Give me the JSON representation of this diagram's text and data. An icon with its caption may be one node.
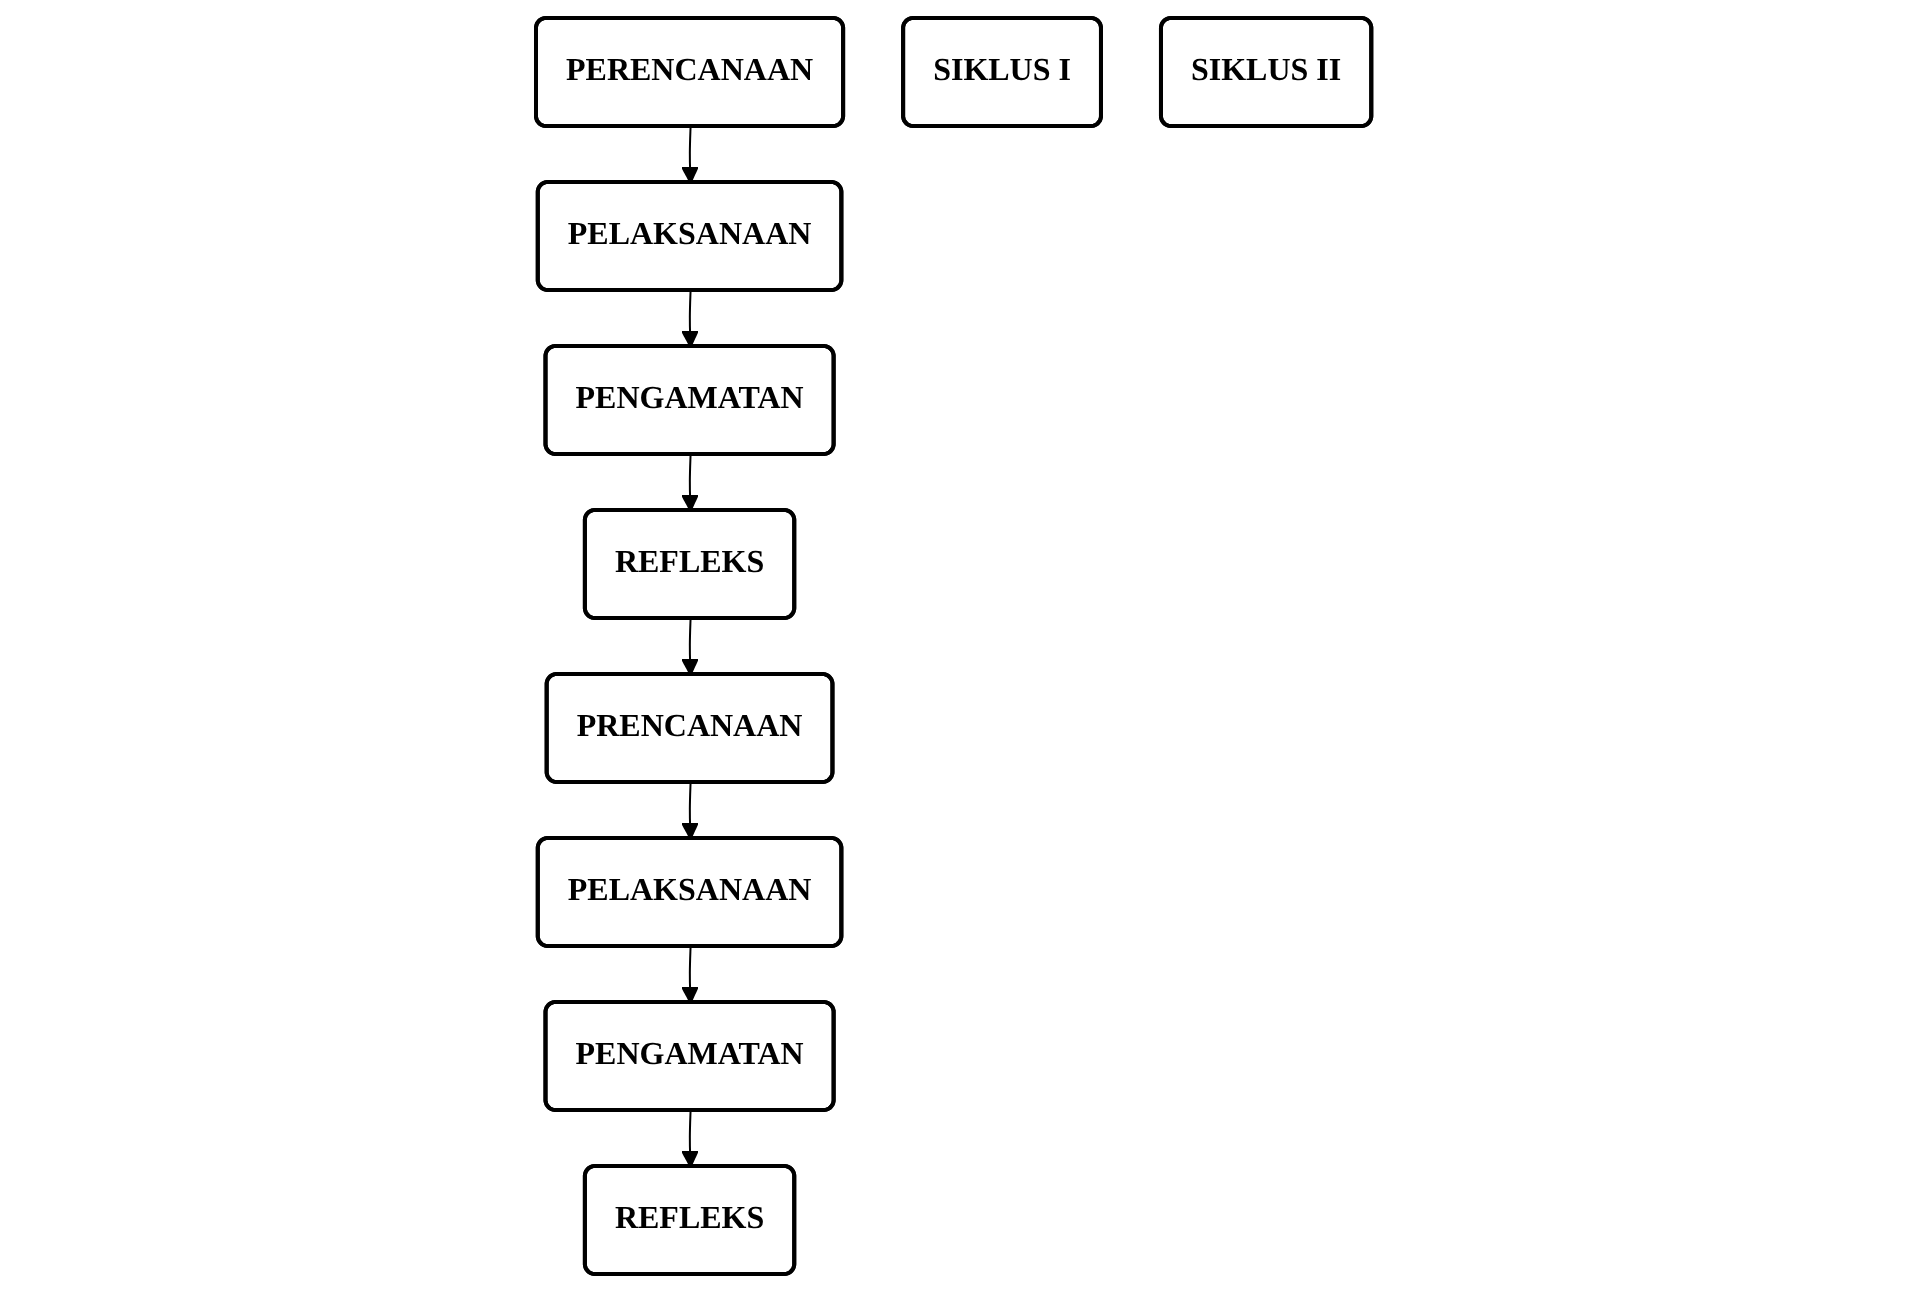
{
  "diagram": {
    "nodes": [
      {
        "text": [
          "PERENCANAAN"
        ]
      },
      {
        "text": [
          "REFLEKS"
        ]
      },
      {
        "text": [
          "SIKLUS I"
        ]
      },
      {
        "text": [
          "PELAKSANAAN"
        ]
      },
      {
        "text": [
          "PENGAMATAN"
        ]
      },
      {
        "text": [
          "PRENCANAAN"
        ]
      },
      {
        "text": [
          "REFLEKS"
        ]
      },
      {
        "text": [
          "SIKLUS II"
        ]
      },
      {
        "text": [
          "PELAKSANAAN"
        ]
      },
      {
        "text": [
          "PENGAMATAN"
        ]
      }
    ],
    "edges": [
      {
        "from": 0,
        "to": 3,
        "arrow": "to"
      },
      {
        "from": 3,
        "to": 4,
        "arrow": "to"
      },
      {
        "from": 4,
        "to": 1,
        "arrow": "to"
      },
      {
        "from": 1,
        "to": 5,
        "arrow": "to"
      },
      {
        "from": 5,
        "to": 8,
        "arrow": "to"
      },
      {
        "from": 8,
        "to": 9,
        "arrow": "to"
      },
      {
        "from": 9,
        "to": 6,
        "arrow": "to"
      }
    ]
  }
}
